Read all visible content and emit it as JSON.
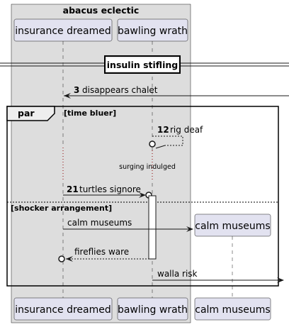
{
  "box": {
    "title": "abacus eclectic",
    "fill": "#DDDDDD"
  },
  "participants": {
    "insurance": {
      "label": "insurance dreamed"
    },
    "bawling": {
      "label": "bawling wrath"
    },
    "calm": {
      "label": "calm museums"
    }
  },
  "divider": {
    "label": "insulin stifling"
  },
  "messages": {
    "m3": {
      "number": "3",
      "text": "disappears chalet"
    },
    "m12": {
      "number": "12",
      "text": "rig deaf"
    },
    "delay": {
      "text": "surging indulged"
    },
    "m21": {
      "number": "21",
      "text": "turtles signore"
    },
    "create": {
      "text": "calm museums"
    },
    "reply": {
      "text": "fireflies ware"
    },
    "exit": {
      "text": "walla risk"
    }
  },
  "fragment": {
    "keyword": "par",
    "guard1": "[time bluer]",
    "guard2": "[shocker arrangement]"
  },
  "colors": {
    "participant_fill": "#E2E2F0",
    "participant_border": "#181818",
    "lifeline": "#181818",
    "delay_dots": "#8B0000"
  }
}
